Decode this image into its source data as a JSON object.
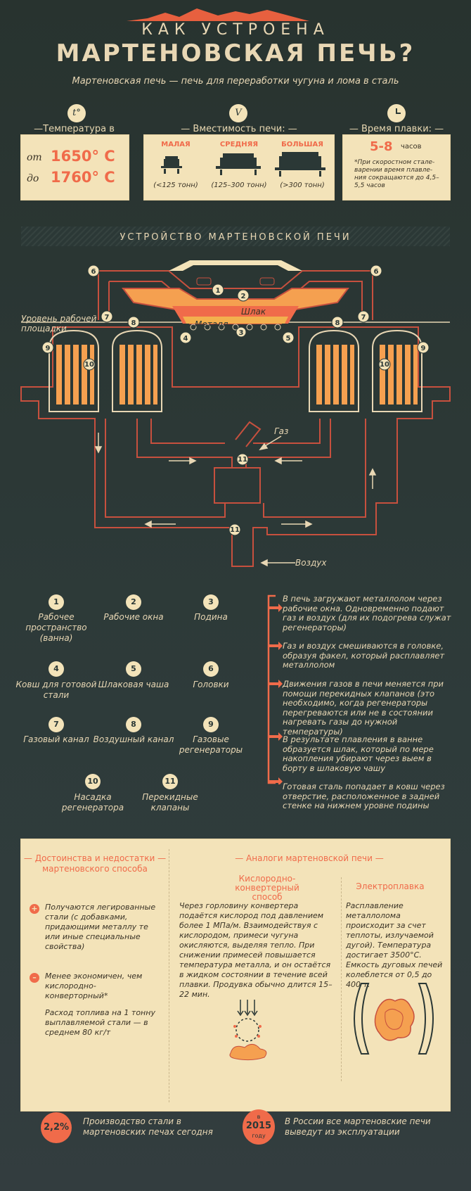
{
  "header": {
    "title_line1": "КАК УСТРОЕНА",
    "title_line2": "МАРТЕНОВСКАЯ ПЕЧЬ?",
    "subtitle": "Мартеновская печь — печь для переработки чугуна и лома в сталь"
  },
  "stats": {
    "temperature": {
      "icon_label": "t°",
      "title": "—Температура в печи:—",
      "from_prefix": "от",
      "from_value": "1650° С",
      "to_prefix": "до",
      "to_value": "1760° С"
    },
    "capacity": {
      "icon_label": "V",
      "title": "— Вместимость печи: —",
      "small_label": "МАЛАЯ",
      "small_value": "(<125 тонн)",
      "medium_label": "СРЕДНЯЯ",
      "medium_value": "(125–300 тонн)",
      "large_label": "БОЛЬШАЯ",
      "large_value": "(>300 тонн)"
    },
    "time": {
      "icon_name": "clock-icon",
      "title": "— Время плавки: —",
      "value": "5-8",
      "unit": "часов",
      "note": "*При скоростном стале-варении время плавле-ния сокращаются до 4,5–5,5 часов"
    }
  },
  "device_section": {
    "title": "УСТРОЙСТВО МАРТЕНОВСКОЙ ПЕЧИ",
    "level_label_line1": "Уровень рабочей",
    "level_label_line2": "площадки",
    "slag_label": "Шлак",
    "metal_label": "Металл",
    "gas_label": "Газ",
    "air_label": "Воздух"
  },
  "legend": [
    {
      "num": "1",
      "label": "Рабочее пространство (ванна)"
    },
    {
      "num": "2",
      "label": "Рабочие окна"
    },
    {
      "num": "3",
      "label": "Подина"
    },
    {
      "num": "4",
      "label": "Ковш для готовой стали"
    },
    {
      "num": "5",
      "label": "Шлаковая чаша"
    },
    {
      "num": "6",
      "label": "Головки"
    },
    {
      "num": "7",
      "label": "Газовый канал"
    },
    {
      "num": "8",
      "label": "Воздушный канал"
    },
    {
      "num": "9",
      "label": "Газовые регенераторы"
    },
    {
      "num": "10",
      "label": "Насадка регенератора"
    },
    {
      "num": "11",
      "label": "Перекидные клапаны"
    }
  ],
  "steps": [
    "В печь загружают металлолом через рабочие окна. Одновременно подают газ и воздух (для их подогрева служат регенераторы)",
    "Газ и воздух смешиваются в головке, образуя факел, который расплавляет металлолом",
    "Движения газов в печи меняется при помощи перекидных клапанов (это необходимо, когда регенераторы перегреваются или не в состоянии нагревать газы до нужной температуры)",
    "В результате плавления в ванне образуется шлак, который по мере накопления убирают через выем в борту в шлаковую чашу",
    "Готовая сталь попадает в ковш через отверстие, расположенное в задней стенке на нижнем уровне подины"
  ],
  "pros_cons": {
    "title_line1": "— Достоинства и недостатки —",
    "title_line2": "мартеновского способа",
    "plus_sign": "+",
    "plus_text": "Получаются легированные стали (с добавками, придающими металлу те или иные специальные свойства)",
    "minus_sign": "–",
    "minus_text": "Менее экономичен, чем кислородно-конверторный*",
    "fuel_note": "Расход топлива на 1 тонну выплавляемой стали — в среднем 80 кг/т"
  },
  "analogs": {
    "title": "— Аналоги мартеновской печи —",
    "oxygen_title": "Кислородно-конвертерный способ",
    "oxygen_text": "Через горловину конвертера подаётся кислород под давлением более 1 МПа/м. Взаимодействуя с кислородом, примеси чугуна окисляются, выделяя тепло. При снижении примесей повышается температура металла, и он остаётся в жидком состоянии в течение всей плавки. Продувка обычно длится 15–22 мин.",
    "electro_title": "Электроплавка",
    "electro_text": "Расплавление металлолома происходит за счет теплоты, излучаемой дугой). Температура достигает 3500°С. Емкость дуговых печей колеблется от 0,5 до 400 т."
  },
  "footer": {
    "share_value": "2,2%",
    "share_text": "Производство стали в мартеновских печах сегодня",
    "year_prefix": "в",
    "year_value": "2015",
    "year_suffix": "году",
    "year_text": "В России все мартеновские печи выведут из эксплуатации"
  },
  "colors": {
    "background": "#2b3836",
    "accent": "#f06b4a",
    "molten": "#f5a050",
    "cream": "#f3e3b9",
    "outline": "#c7503e"
  }
}
